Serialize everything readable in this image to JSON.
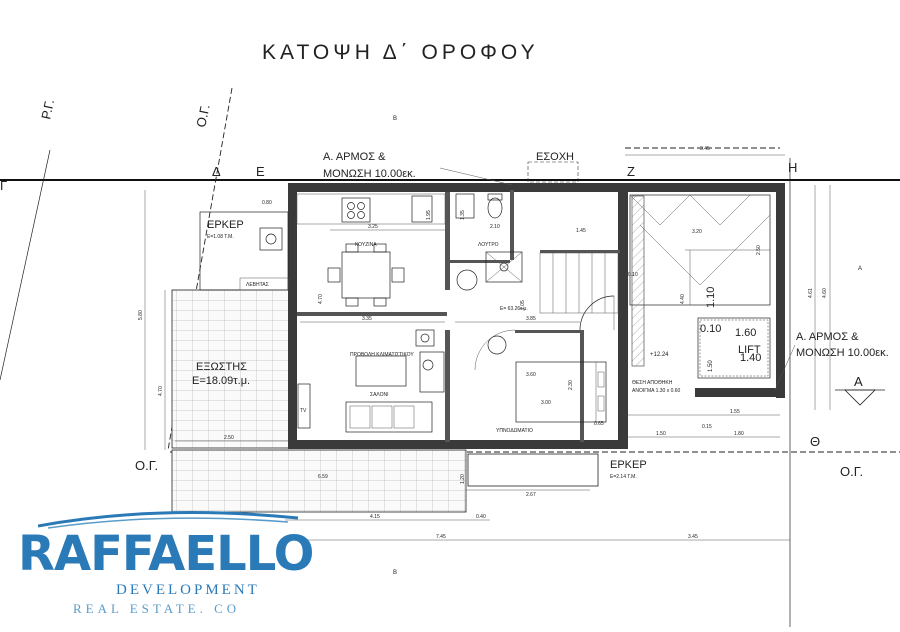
{
  "title": "ΚΑΤΟΨΗ Δ΄ ΟΡΟΦΟΥ",
  "markers": {
    "rg": "Ρ.Γ.",
    "og_top": "Ο.Γ.",
    "og_left": "Ο.Γ.",
    "og_right": "Ο.Γ.",
    "gamma": "Γ",
    "delta": "Δ",
    "epsilon": "Ε",
    "zeta": "Ζ",
    "eta": "Η",
    "theta": "Θ",
    "section_a": "Α",
    "section_small": "Α",
    "beta_top": "Β",
    "beta_bottom": "Β"
  },
  "notes": {
    "armos_top_1": "Α. ΑΡΜΟΣ &",
    "armos_top_2": "ΜΟΝΩΣΗ 10.00εκ.",
    "armos_right_1": "Α. ΑΡΜΟΣ &",
    "armos_right_2": "ΜΟΝΩΣΗ 10.00εκ.",
    "esoxh": "ΕΣΟΧΗ",
    "erker_left": "ΕΡΚΕΡ",
    "erker_left_area": "Ε=1.08 Τ.Μ.",
    "erker_bottom": "ΕΡΚΕΡ",
    "erker_bottom_area": "Ε=2.14 Τ.Μ.",
    "balcony_1": "ΕΞΩΣΤΗΣ",
    "balcony_2": "Ε=18.09τ.μ.",
    "lift": "LIFT",
    "elevation": "+12.24",
    "storage_1": "ΘΕΣΗ ΑΠΟΘΗΚΗ",
    "storage_2": "ΑΝΟΙΓΜΑ 1.30 x 0.60"
  },
  "rooms": {
    "kitchen": "ΚΟΥΖΙΝΑ",
    "bath": "ΛΟΥΤΡΟ",
    "living": "ΣΑΛΟΝΙ",
    "bedroom": "ΥΠΝΟΔΩΜΑΤΙΟ",
    "laundry": "ΛΕΒΗΤΑΣ",
    "area": "Ε= 63.26τ.μ.",
    "tv": "TV",
    "fireplace": "ΠΡΟΒΟΛΗ ΚΛΙΜΑΤΙΣΤΙΚΟΥ"
  },
  "dims": {
    "d345_top": "3.45",
    "d320": "3.20",
    "d250_r": "2.50",
    "d440": "4.40",
    "d461": "4.61",
    "d460": "4.60",
    "d325": "3.25",
    "d335": "3.35",
    "d385": "3.85",
    "d360": "3.60",
    "d300": "3.00",
    "d230": "2.30",
    "d250_l": "2.50",
    "d659": "6.59",
    "d267": "2.67",
    "d415": "4.15",
    "d040": "0.40",
    "d745": "7.45",
    "d345_bottom": "3.45",
    "d580": "5.80",
    "d470": "4.70",
    "d155": "1.55",
    "d150": "1.50",
    "d180": "1.80",
    "d015": "0.15",
    "d065": "0.65",
    "d080": "0.80",
    "d110": "1.10",
    "d210": "2.10",
    "d145": "1.45",
    "d135": "1.35",
    "d160": "1.60",
    "d010": "0.10",
    "d140": "1.40",
    "d150b": "1.50",
    "d195": "1.95",
    "d105": "1.05",
    "d120": "1.20",
    "d470b": "4.70",
    "d010b": "0.10"
  },
  "logo": {
    "word": "RAFFAELLO",
    "dev": "DEVELOPMENT",
    "realestate": "REAL ESTATE. CO",
    "primary_color": "#2b7ab8",
    "secondary_color": "#5a9cc9"
  }
}
